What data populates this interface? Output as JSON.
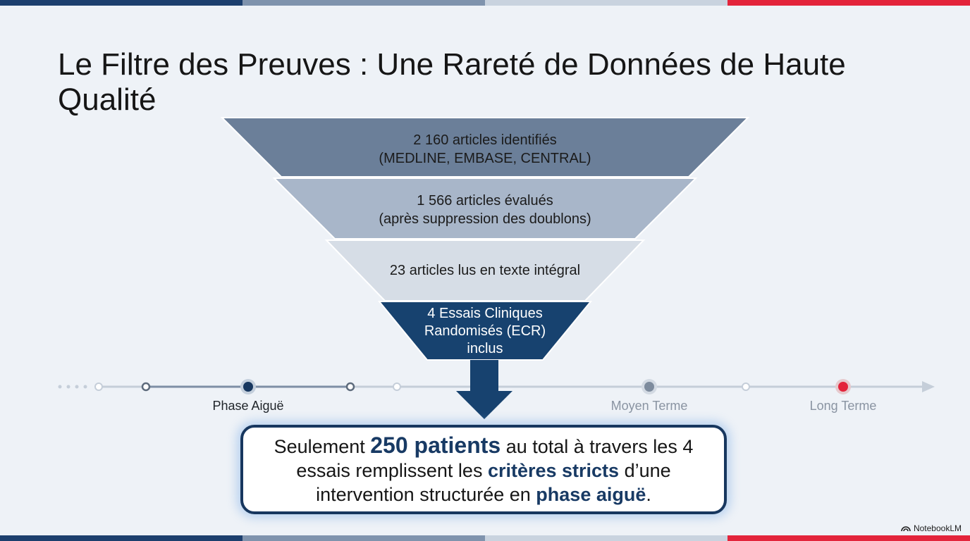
{
  "title": "Le Filtre des Preuves : Une Rareté de Données de Haute Qualité",
  "funnel": {
    "tiers": [
      {
        "line1": "2 160 articles identifiés",
        "line2": "(MEDLINE, EMBASE, CENTRAL)",
        "color": "#6b7f99"
      },
      {
        "line1": "1 566 articles évalués",
        "line2": "(après suppression des doublons)",
        "color": "#a8b6c9"
      },
      {
        "line1": "23 articles lus en texte intégral",
        "color": "#d6dde6"
      },
      {
        "line1": "4 Essais Cliniques",
        "line2": "Randomisés (ECR)",
        "line3": "inclus",
        "color": "#17426f"
      }
    ]
  },
  "timeline": {
    "labels": {
      "acute": "Phase Aiguë",
      "medium": "Moyen Terme",
      "long": "Long Terme"
    },
    "accent_color": "#e3243b"
  },
  "callout": {
    "t1": "Seulement ",
    "h1": "250 patients",
    "t2": " au total à travers les 4 essais remplissent les ",
    "h2": "critères stricts",
    "t3": " d’une intervention structurée en ",
    "h3": "phase aiguë",
    "t4": "."
  },
  "brand": {
    "name": "NotebookLM",
    "icon": "notebooklm-logo-icon"
  }
}
